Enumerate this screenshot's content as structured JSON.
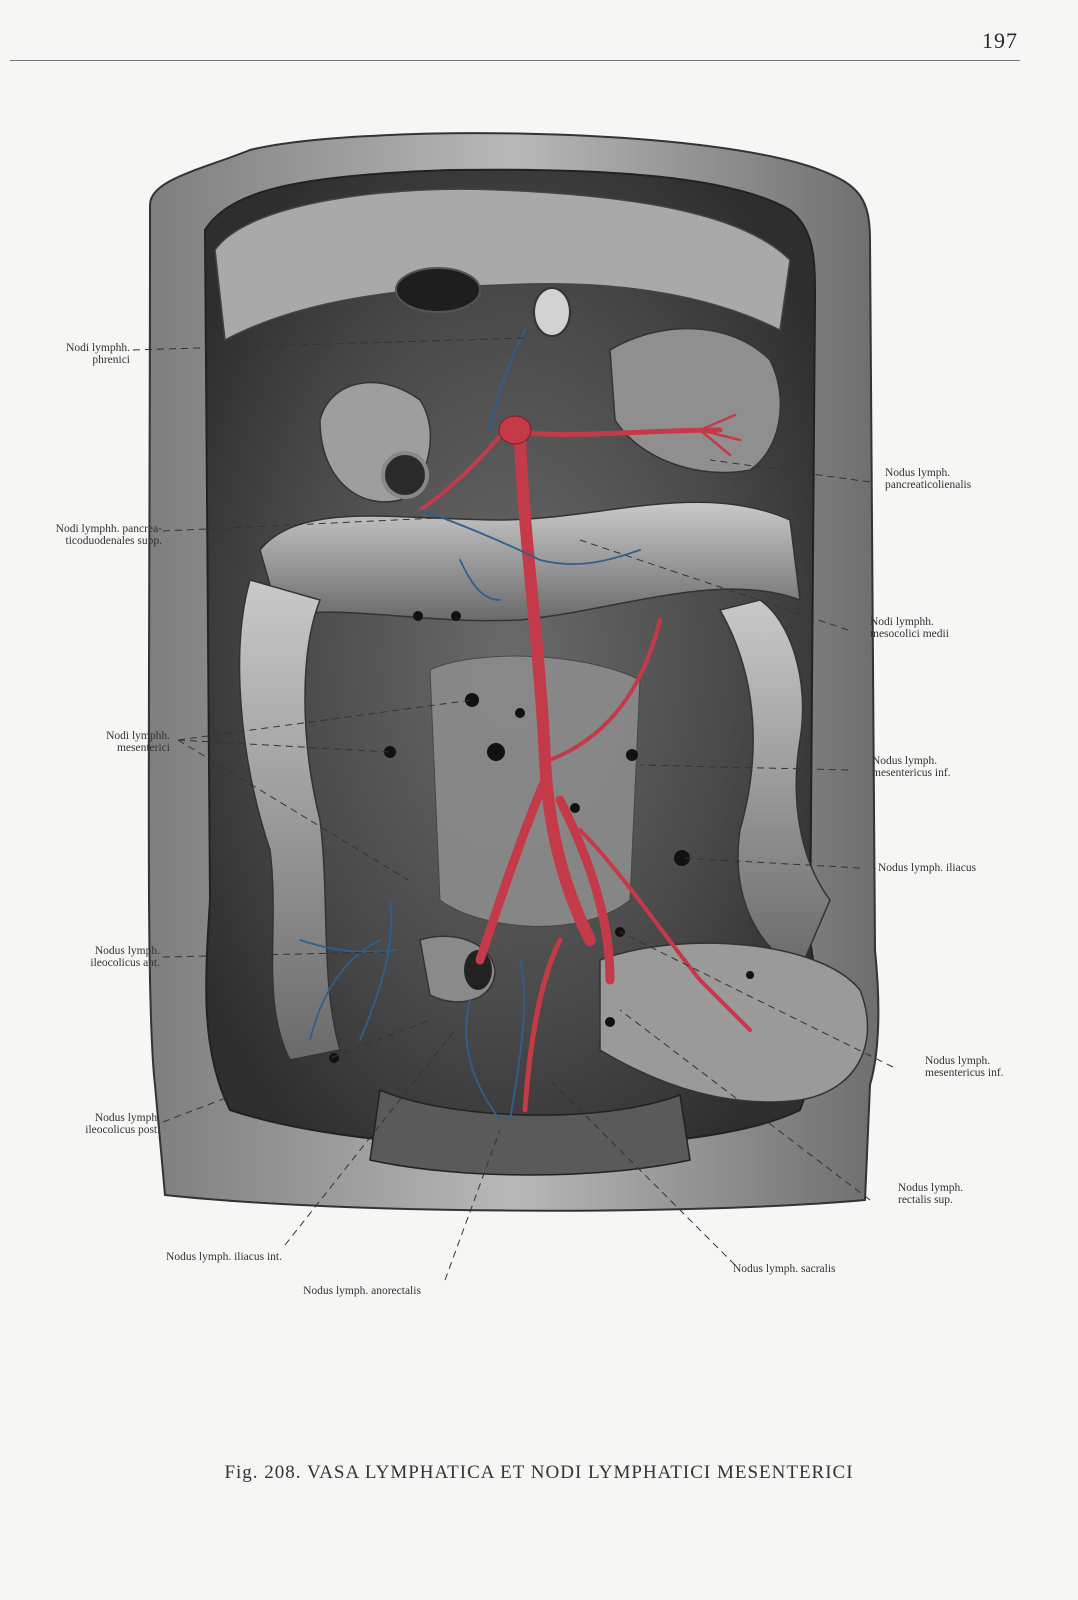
{
  "page": {
    "number": "197"
  },
  "figure": {
    "caption": "Fig. 208. VASA LYMPHATICA ET NODI LYMPHATICI MESENTERICI"
  },
  "labels": {
    "nodi_phrenici_1": "Nodi lymphh.",
    "nodi_phrenici_2": "phrenici",
    "pancreaticoduod_1": "Nodi lymphh. pancrea-",
    "pancreaticoduod_2": "ticoduodenales supp.",
    "mesenterici_1": "Nodi lymphh.",
    "mesenterici_2": "mesenterici",
    "ileocolicus_ant_1": "Nodus lymph.",
    "ileocolicus_ant_2": "ileocolicus ant.",
    "ileocolicus_post_1": "Nodus lymph.",
    "ileocolicus_post_2": "ileocolicus post.",
    "iliacus_int": "Nodus lymph. iliacus int.",
    "anorectalis": "Nodus lymph. anorectalis",
    "pancreaticolienalis_1": "Nodus lymph.",
    "pancreaticolienalis_2": "pancreaticolienalis",
    "mesocolici_medii_1": "Nodi lymphh.",
    "mesocolici_medii_2": "mesocolici medii",
    "mesentericus_inf_1": "Nodus lymph.",
    "mesentericus_inf_2": "mesentericus inf.",
    "iliacus": "Nodus lymph. iliacus",
    "mesentericus_inf_b_1": "Nodus lymph.",
    "mesentericus_inf_b_2": "mesentericus inf.",
    "rectalis_sup_1": "Nodus lymph.",
    "rectalis_sup_2": "rectalis sup.",
    "sacralis": "Nodus lymph. sacralis"
  },
  "colors": {
    "artery": "#c43a48",
    "lymph": "#2f5f8f",
    "tissue_dark": "#3c3c3c",
    "tissue_mid": "#7a7a7a",
    "tissue_light": "#b5b5b5"
  }
}
